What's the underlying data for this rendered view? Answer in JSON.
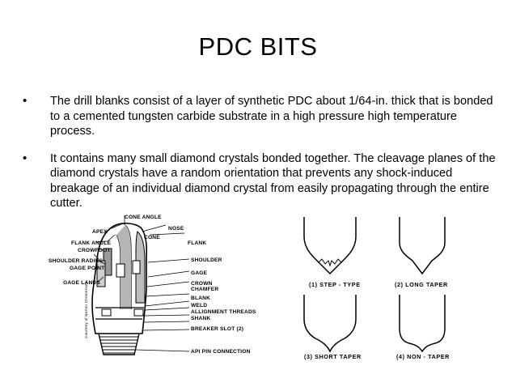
{
  "slide": {
    "title": "PDC BITS",
    "bullets": [
      "The drill blanks consist of a layer of synthetic PDC about 1/64-in. thick that is bonded to a cemented tungsten carbide substrate in a high pressure high temperature process.",
      "It contains many small diamond crystals bonded together. The cleavage planes of the diamond crystals have a random orientation that prevents any shock-induced breakage of an individual diamond crystal from easily propagating through the entire cutter."
    ]
  },
  "bit_diagram": {
    "labels": {
      "cone_angle": "CONE ANGLE",
      "apex": "APEX",
      "cone": "CONE",
      "nose": "NOSE",
      "flank": "FLANK",
      "flank_angle": "FLANK ANGLE",
      "crowfoot": "CROWFOOT",
      "shoulder_radius": "SHOULDER RADIUS",
      "shoulder": "SHOULDER",
      "gage_point": "GAGE POINT",
      "gage": "GAGE",
      "gage_lands": "GAGE LANDS",
      "crown": "CROWN",
      "chamfer": "CHAMFER",
      "blank": "BLANK",
      "weld": "WELD",
      "allignment_threads": "ALLIGNMENT THREADS",
      "shank": "SHANK",
      "breaker_slot": "BREAKER SLOT (2)",
      "api_pin": "API PIN CONNECTION"
    },
    "credit": "Courtesy of Norton Christensen"
  },
  "profiles": [
    {
      "caption": "(1) STEP - TYPE"
    },
    {
      "caption": "(2) LONG TAPER"
    },
    {
      "caption": "(3) SHORT TAPER"
    },
    {
      "caption": "(4) NON - TAPER"
    }
  ]
}
